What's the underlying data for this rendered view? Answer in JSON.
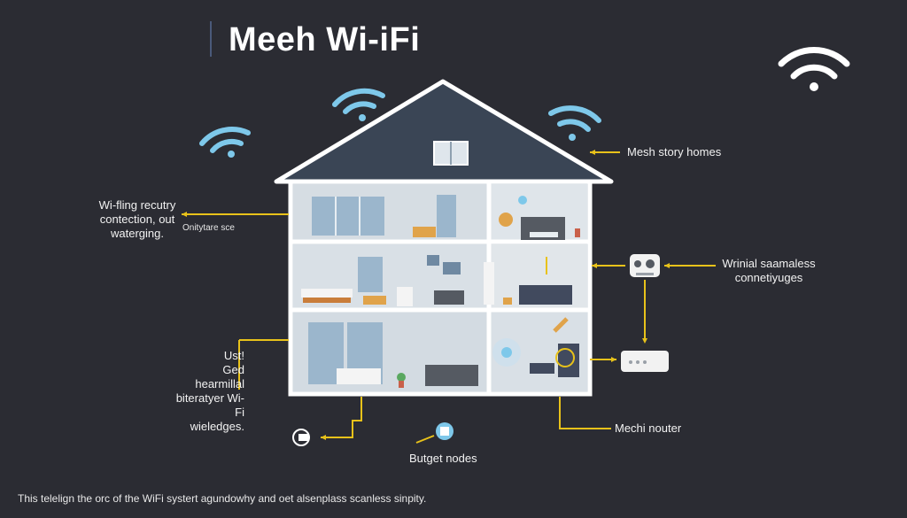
{
  "title": "Meeh Wi-iFi",
  "labels": {
    "top_left": "Wi-fling recutry\ncontection, out\nwaterging.",
    "top_left_small": "Onitytare sce",
    "mesh_story": "Mesh story homes",
    "right_middle": "Wrinial saamaless\nconnetiyuges",
    "left_bottom": "Ust!\nGed hearmillal\nbiteratyer Wi-Fi\nwieledges.",
    "mesh_router": "Mechi nouter",
    "budget_nodes": "Butget nodes"
  },
  "caption": "This telelign the orc of the WiFi systert agundowhy and oet alsenplass scanless sinpity.",
  "colors": {
    "background": "#2b2c33",
    "accent_yellow": "#e8c21a",
    "wifi_blue": "#7ec8ea",
    "roof": "#3a4555",
    "room": "#d9e0e6"
  },
  "icons": [
    "wifi-icon",
    "router-icon",
    "node-icon"
  ]
}
